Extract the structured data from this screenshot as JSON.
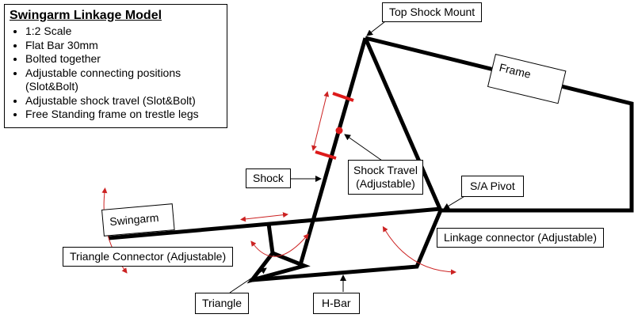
{
  "info_box": {
    "title": "Swingarm Linkage Model",
    "bullets": [
      "1:2 Scale",
      "Flat Bar 30mm",
      "Bolted together",
      "Adjustable connecting positions (Slot&Bolt)",
      "Adjustable shock travel (Slot&Bolt)",
      "Free Standing frame on trestle legs"
    ]
  },
  "labels": {
    "top_shock_mount": "Top Shock Mount",
    "frame": "Frame",
    "shock": "Shock",
    "shock_travel_line1": "Shock Travel",
    "shock_travel_line2": "(Adjustable)",
    "sa_pivot": "S/A Pivot",
    "swingarm": "Swingarm",
    "triangle_connector": "Triangle Connector (Adjustable)",
    "linkage_connector": "Linkage connector (Adjustable)",
    "triangle": "Triangle",
    "h_bar": "H-Bar"
  },
  "colors": {
    "structure": "#000000",
    "adjust_markers": "#dd1a1a",
    "arrows": "#cc2222"
  }
}
